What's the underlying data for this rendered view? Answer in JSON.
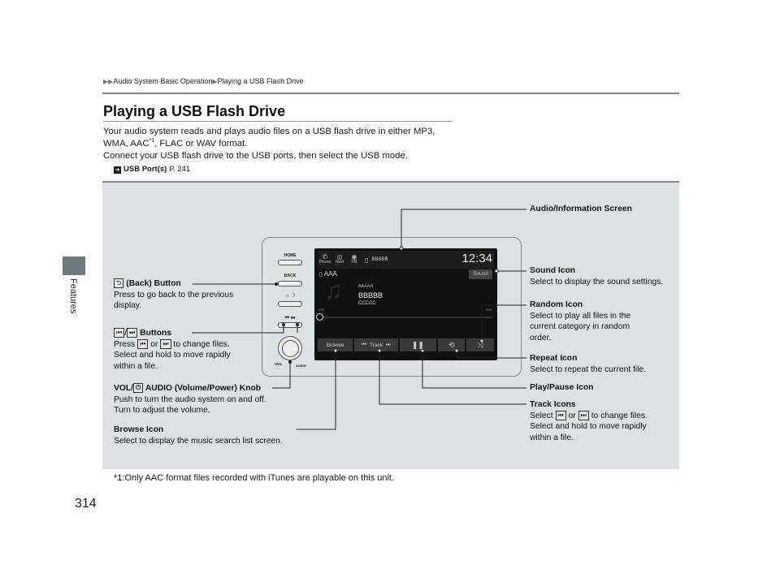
{
  "sidebar": {
    "section": "Features"
  },
  "breadcrumb": {
    "items": [
      "Audio System Basic Operation",
      "Playing a USB Flash Drive"
    ]
  },
  "title": "Playing a USB Flash Drive",
  "intro": {
    "line1": "Your audio system reads and plays audio files on a USB flash drive in either MP3,",
    "line2a": "WMA, AAC",
    "line2sup": "*1",
    "line2b": ", FLAC or WAV format.",
    "line3": "Connect your USB flash drive to the USB ports, then select the USB mode."
  },
  "xref": {
    "label": "USB Port(s)",
    "page": "P. 241"
  },
  "device": {
    "buttons": {
      "home": "HOME",
      "back": "BACK",
      "vol": "VOL",
      "audio": "AUDIO"
    },
    "screen": {
      "topbar": [
        "Phone",
        "Navi",
        "FM"
      ],
      "source": "BBBBB",
      "clock": "12:34",
      "source_title": "AAA",
      "sound": "Sound",
      "artist": "AAAAA",
      "song": "BBBBB",
      "album": "CCCCC",
      "elapsed": "0'03\"",
      "remaining": "-5'50\"",
      "browse": "Browse",
      "track": "Track"
    }
  },
  "callouts": {
    "back": {
      "title": "(Back) Button",
      "lines": [
        "Press to go back to the previous",
        "display."
      ]
    },
    "skip": {
      "title": "Buttons",
      "press": "Press",
      "or": "or",
      "tail": "to change files.",
      "lines": [
        "Select and hold to move rapidly",
        "within a file."
      ]
    },
    "vol": {
      "title_a": "VOL/",
      "title_b": "AUDIO (Volume/Power) Knob",
      "lines": [
        "Push to turn the audio system on and off.",
        "Turn to adjust the volume."
      ]
    },
    "browse": {
      "title": "Browse Icon",
      "lines": [
        "Select to display the music search list screen."
      ]
    },
    "audio_screen": {
      "title": "Audio/Information Screen"
    },
    "sound": {
      "title": "Sound Icon",
      "lines": [
        "Select to display the sound settings."
      ]
    },
    "random": {
      "title": "Random Icon",
      "lines": [
        "Select to play all files in the",
        "current category in random",
        "order."
      ]
    },
    "repeat": {
      "title": "Repeat Icon",
      "lines": [
        "Select to repeat the current file."
      ]
    },
    "play": {
      "title": "Play/Pause Icon"
    },
    "track": {
      "title": "Track Icons",
      "select": "Select",
      "or": "or",
      "tail": "to change files.",
      "lines": [
        "Select and hold to move rapidly",
        "within a file."
      ]
    }
  },
  "footnote": "*1:Only AAC format files recorded with iTunes are playable on this unit.",
  "page_number": "314"
}
